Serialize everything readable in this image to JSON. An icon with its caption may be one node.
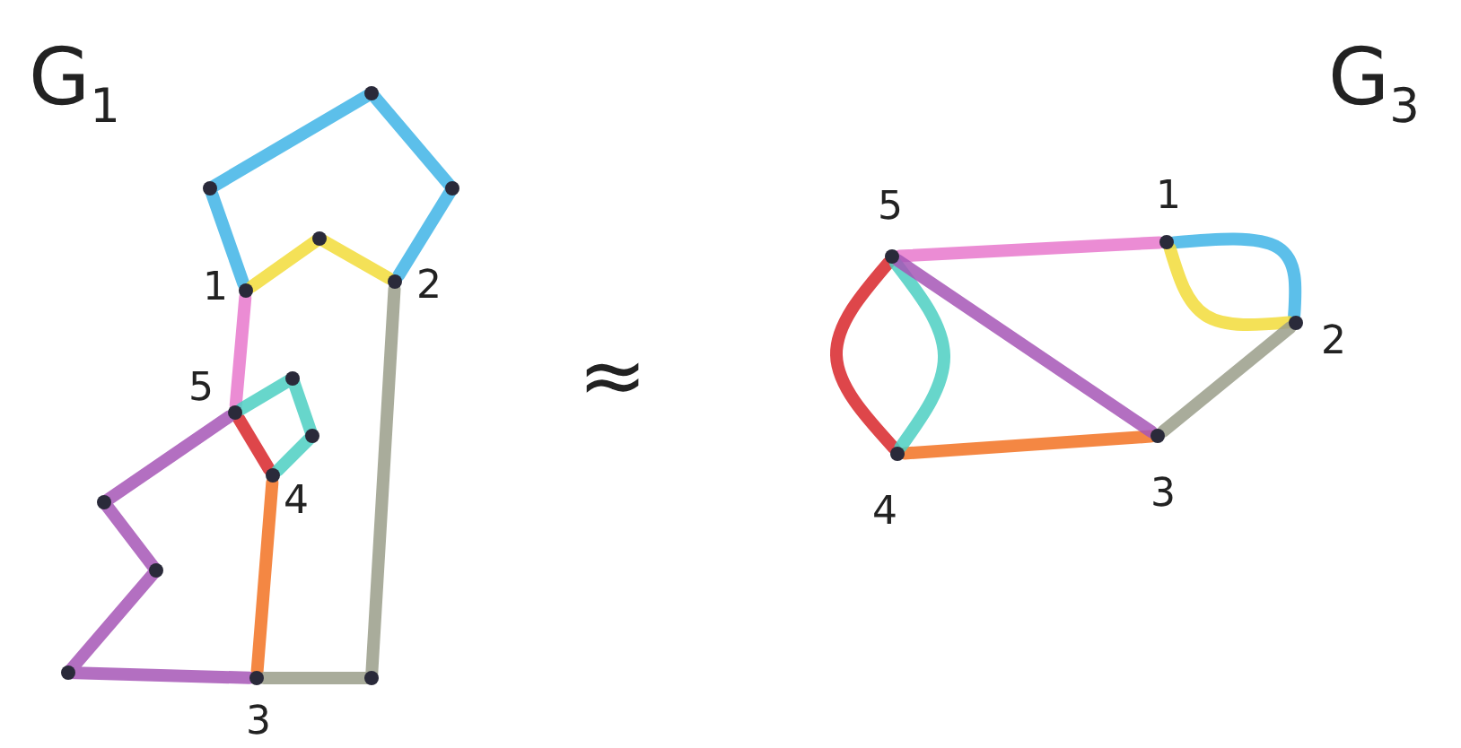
{
  "diagram": {
    "nodes": [
      {
        "text": [],
        "shape": "circle",
        "beside": [
          "1"
        ]
      },
      {
        "text": [],
        "shape": "circle",
        "beside": [
          "2"
        ]
      },
      {
        "text": [],
        "shape": "circle",
        "beside": [
          "5"
        ]
      },
      {
        "text": [],
        "shape": "circle",
        "beside": [
          "4"
        ]
      },
      {
        "text": [],
        "shape": "circle",
        "beside": [
          "3"
        ]
      },
      {
        "text": [],
        "shape": "circle",
        "beside": [
          "5"
        ]
      },
      {
        "text": [],
        "shape": "circle",
        "beside": [
          "1"
        ]
      },
      {
        "text": [],
        "shape": "circle",
        "beside": [
          "2"
        ]
      },
      {
        "text": [],
        "shape": "circle",
        "beside": [
          "4"
        ]
      },
      {
        "text": [],
        "shape": "circle",
        "beside": [
          "3"
        ]
      }
    ],
    "edges": [
      {
        "from": 0,
        "to": 1,
        "arrow": "none",
        "color": "#3fb4e6"
      },
      {
        "from": 0,
        "to": 1,
        "arrow": "none",
        "color": "#f2dc3a"
      },
      {
        "from": 0,
        "to": 2,
        "arrow": "none",
        "color": "#e878cc"
      },
      {
        "from": 2,
        "to": 3,
        "arrow": "none",
        "color": "#d8262a"
      },
      {
        "from": 2,
        "to": 3,
        "arrow": "none",
        "color": "#4ccfc2"
      },
      {
        "from": 3,
        "to": 4,
        "arrow": "none",
        "color": "#f27222"
      },
      {
        "from": 1,
        "to": 4,
        "arrow": "none",
        "color": "#9a9e8a"
      },
      {
        "from": 2,
        "to": 4,
        "arrow": "none",
        "color": "#a656b6"
      },
      {
        "from": 5,
        "to": 6,
        "arrow": "none",
        "color": "#e878cc"
      },
      {
        "from": 6,
        "to": 7,
        "arrow": "none",
        "color": "#3fb4e6"
      },
      {
        "from": 6,
        "to": 7,
        "arrow": "none",
        "color": "#f2dc3a"
      },
      {
        "from": 7,
        "to": 9,
        "arrow": "none",
        "color": "#9a9e8a"
      },
      {
        "from": 9,
        "to": 8,
        "arrow": "none",
        "color": "#f27222"
      },
      {
        "from": 8,
        "to": 5,
        "arrow": "none",
        "color": "#d8262a"
      },
      {
        "from": 8,
        "to": 5,
        "arrow": "none",
        "color": "#4ccfc2"
      },
      {
        "from": 5,
        "to": 9,
        "arrow": "none",
        "color": "#a656b6"
      }
    ],
    "labels": [
      "G$_{1}$",
      "≈",
      "G$_{3}$"
    ]
  }
}
